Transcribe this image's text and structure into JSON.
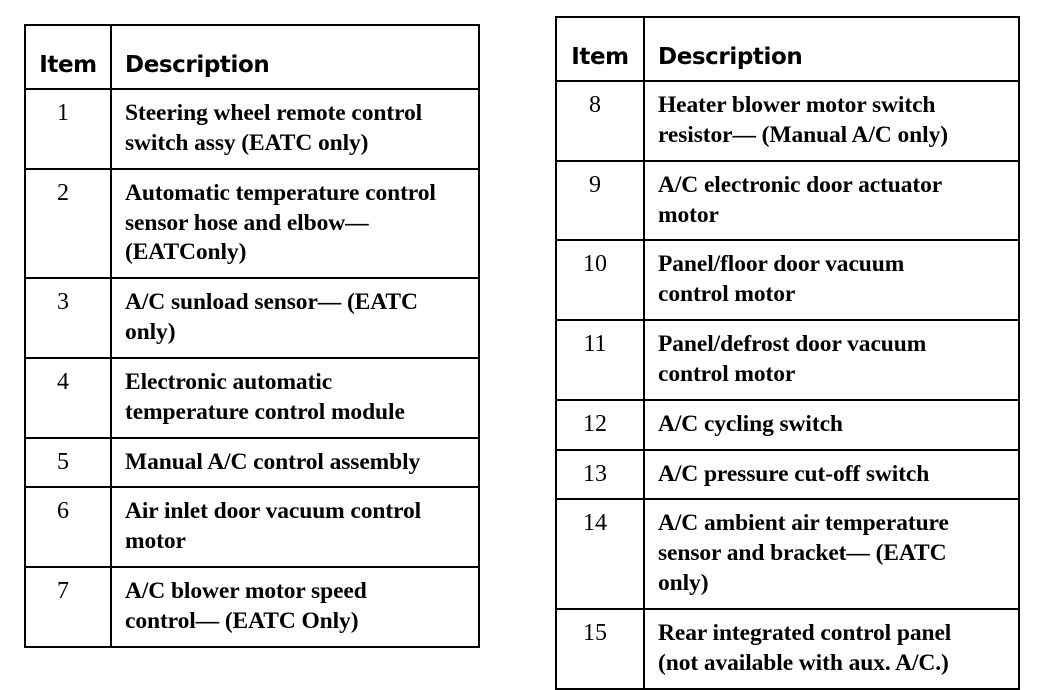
{
  "document": {
    "type": "parts-legend",
    "columns_header": {
      "item": "Item",
      "description": "Description"
    }
  },
  "tables": [
    {
      "id": "left-table",
      "header": {
        "item": "Item",
        "description": "Description"
      },
      "rows": [
        {
          "item": "1",
          "lines": [
            "Steering wheel remote control",
            "switch assy (EATC only)"
          ]
        },
        {
          "item": "2",
          "lines": [
            "Automatic temperature control",
            "sensor hose and elbow—",
            "(EATConly)"
          ]
        },
        {
          "item": "3",
          "lines": [
            "A/C sunload sensor— (EATC",
            "only)"
          ]
        },
        {
          "item": "4",
          "lines": [
            "Electronic automatic",
            "temperature control module"
          ]
        },
        {
          "item": "5",
          "lines": [
            "Manual A/C control assembly"
          ]
        },
        {
          "item": "6",
          "lines": [
            "Air inlet door vacuum control",
            "motor"
          ]
        },
        {
          "item": "7",
          "lines": [
            "A/C blower motor speed",
            "control— (EATC Only)"
          ]
        }
      ]
    },
    {
      "id": "right-table",
      "header": {
        "item": "Item",
        "description": "Description"
      },
      "rows": [
        {
          "item": "8",
          "lines": [
            "Heater blower motor switch",
            "resistor— (Manual A/C only)"
          ]
        },
        {
          "item": "9",
          "lines": [
            "A/C electronic door actuator",
            "motor"
          ]
        },
        {
          "item": "10",
          "lines": [
            "Panel/floor door vacuum",
            "control motor"
          ]
        },
        {
          "item": "11",
          "lines": [
            "Panel/defrost door vacuum",
            "control motor"
          ]
        },
        {
          "item": "12",
          "lines": [
            "A/C cycling switch"
          ]
        },
        {
          "item": "13",
          "lines": [
            "A/C pressure cut-off switch"
          ]
        },
        {
          "item": "14",
          "lines": [
            "A/C ambient air temperature",
            "sensor and bracket— (EATC",
            "only)"
          ]
        },
        {
          "item": "15",
          "lines": [
            "Rear integrated control panel",
            "(not available with aux. A/C.)"
          ]
        }
      ]
    }
  ],
  "colors": {
    "ink": "#000000",
    "paper": "#ffffff"
  }
}
